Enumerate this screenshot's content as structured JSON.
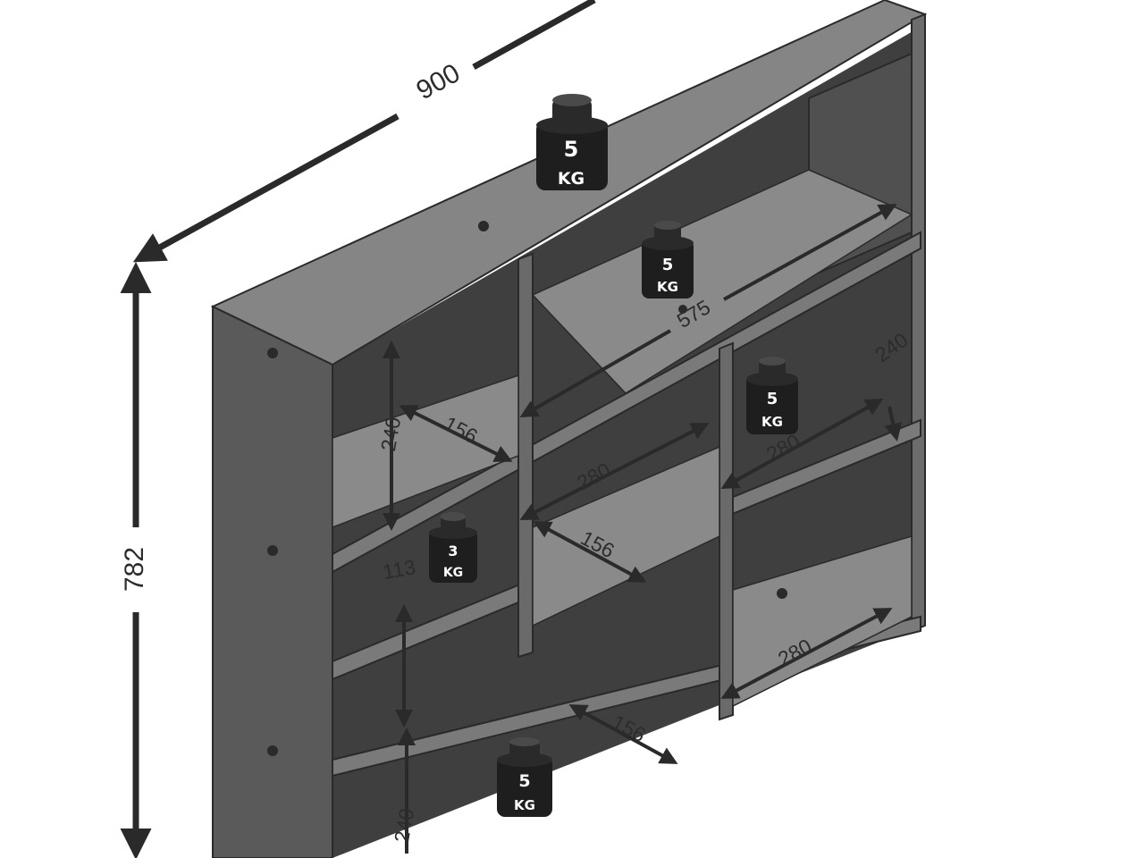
{
  "diagram": {
    "overall_width": "900",
    "overall_height": "782",
    "shelf_depth_long": "575",
    "compartment_heights": {
      "upper_left": "240",
      "middle_left": "113",
      "bottom_left": "240",
      "upper_right": "240"
    },
    "compartment_widths": {
      "upper_left": "156",
      "middle_center": "156",
      "bottom_center": "156",
      "upper_center": "280",
      "upper_right": "280",
      "lower_right": "280"
    },
    "weights": [
      {
        "amount": "5",
        "unit": "KG"
      },
      {
        "amount": "5",
        "unit": "KG"
      },
      {
        "amount": "5",
        "unit": "KG"
      },
      {
        "amount": "3",
        "unit": "KG"
      },
      {
        "amount": "5",
        "unit": "KG"
      }
    ]
  },
  "colors": {
    "panel_dark": "#505050",
    "panel_mid": "#6a6a6a",
    "panel_light": "#858585",
    "interior": "#3a3a3a",
    "line": "#2a2a2a",
    "weight": "#1e1e1e",
    "background": "#ffffff"
  }
}
